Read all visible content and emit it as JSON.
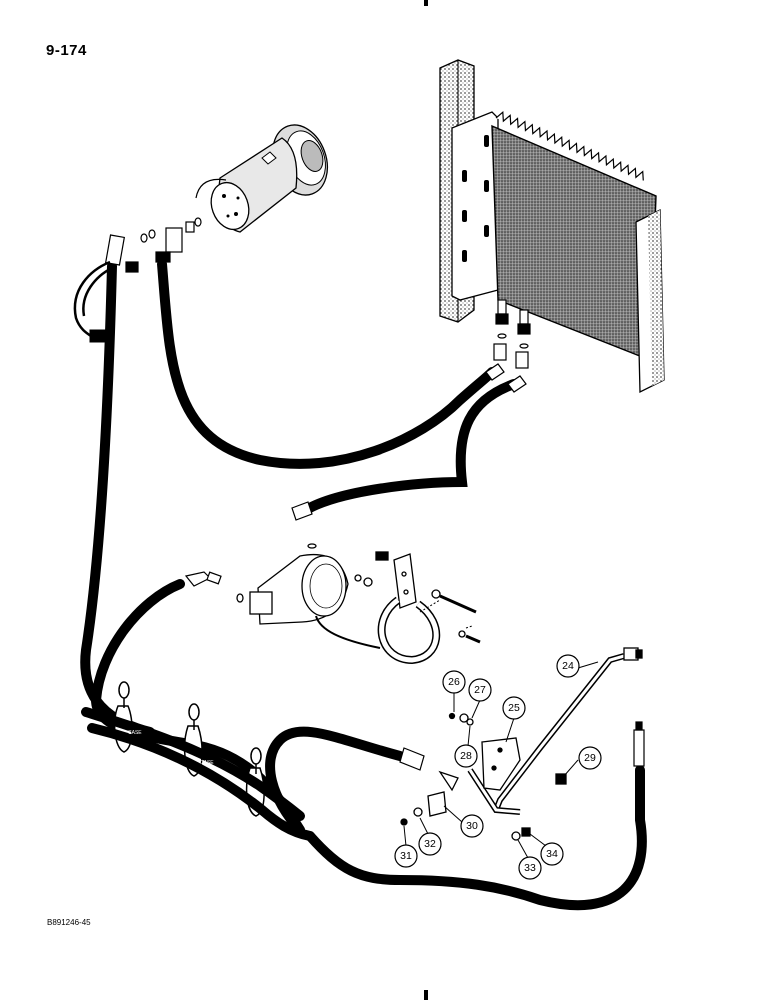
{
  "page": {
    "number": "9-174",
    "drawing_code": "B891246-45"
  },
  "callouts": [
    {
      "number": "24"
    },
    {
      "number": "25"
    },
    {
      "number": "26"
    },
    {
      "number": "27"
    },
    {
      "number": "28"
    },
    {
      "number": "29"
    },
    {
      "number": "30"
    },
    {
      "number": "31"
    },
    {
      "number": "32"
    },
    {
      "number": "33"
    },
    {
      "number": "34"
    }
  ],
  "colors": {
    "ink": "#000000",
    "paper": "#ffffff",
    "stipple": "#6a6a6a"
  }
}
